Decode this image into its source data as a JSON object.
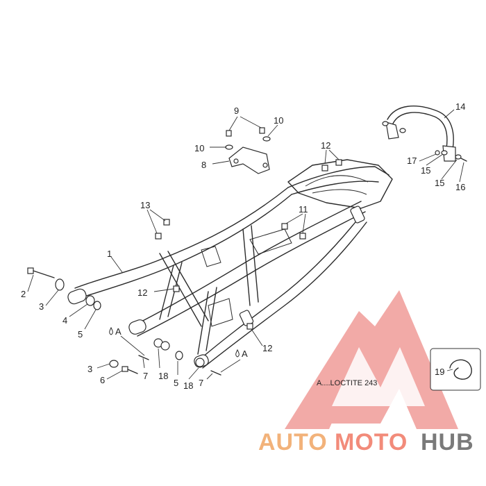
{
  "callouts": [
    {
      "id": "c1",
      "label": "1"
    },
    {
      "id": "c2",
      "label": "2"
    },
    {
      "id": "c3a",
      "label": "3"
    },
    {
      "id": "c3b",
      "label": "3"
    },
    {
      "id": "c4",
      "label": "4"
    },
    {
      "id": "c5a",
      "label": "5"
    },
    {
      "id": "c5b",
      "label": "5"
    },
    {
      "id": "c6",
      "label": "6"
    },
    {
      "id": "c7a",
      "label": "7"
    },
    {
      "id": "c7b",
      "label": "7"
    },
    {
      "id": "c8",
      "label": "8"
    },
    {
      "id": "c9",
      "label": "9"
    },
    {
      "id": "c10a",
      "label": "10"
    },
    {
      "id": "c10b",
      "label": "10"
    },
    {
      "id": "c11",
      "label": "11"
    },
    {
      "id": "c12a",
      "label": "12"
    },
    {
      "id": "c12b",
      "label": "12"
    },
    {
      "id": "c12c",
      "label": "12"
    },
    {
      "id": "c13",
      "label": "13"
    },
    {
      "id": "c14",
      "label": "14"
    },
    {
      "id": "c15a",
      "label": "15"
    },
    {
      "id": "c15b",
      "label": "15"
    },
    {
      "id": "c16",
      "label": "16"
    },
    {
      "id": "c17",
      "label": "17"
    },
    {
      "id": "c18a",
      "label": "18"
    },
    {
      "id": "c18b",
      "label": "18"
    },
    {
      "id": "c19",
      "label": "19"
    }
  ],
  "markers": {
    "loctite_left": "A",
    "loctite_right": "A"
  },
  "legend": {
    "loctite_note": "A....LOCTITE 243"
  },
  "watermark": {
    "brand_part1": "AUTO",
    "brand_part2": "MOTO",
    "brand_part3": "HUB",
    "color_auto": "#f2b27a",
    "color_moto": "#f28b7a",
    "color_hub": "#7a7a7a",
    "color_triangle": "#e8655f"
  }
}
